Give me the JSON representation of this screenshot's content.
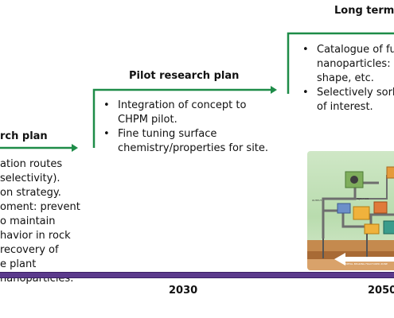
{
  "research": {
    "heading": "rch plan",
    "lines": [
      "ation routes",
      "selectivity).",
      "on strategy.",
      "oment: prevent",
      "o maintain",
      "havior in rock",
      "recovery of",
      "e plant",
      "nanoparticles."
    ]
  },
  "pilot": {
    "heading": "Pilot research plan",
    "bullets": [
      {
        "lines": [
          "Integration of concept to",
          "CHPM pilot."
        ]
      },
      {
        "lines": [
          "Fine tuning surface",
          "chemistry/properties for site."
        ]
      }
    ]
  },
  "longterm": {
    "heading": "Long term ob",
    "bullets": [
      {
        "lines": [
          "Catalogue of fun",
          "nanoparticles: na",
          "shape, etc."
        ]
      },
      {
        "lines": [
          "Selectively sorb t",
          "of interest."
        ]
      }
    ]
  },
  "bullet_glyph": "•",
  "timeline": {
    "years": [
      "2030",
      "2050"
    ]
  },
  "illustration": {
    "caption": "METAL BEARING FRACTURED ZONE",
    "labels": [
      "OUTPUT",
      "INJECTION"
    ]
  },
  "colors": {
    "arrow": "#1e8c48",
    "timeline": "#5b3a8c"
  }
}
